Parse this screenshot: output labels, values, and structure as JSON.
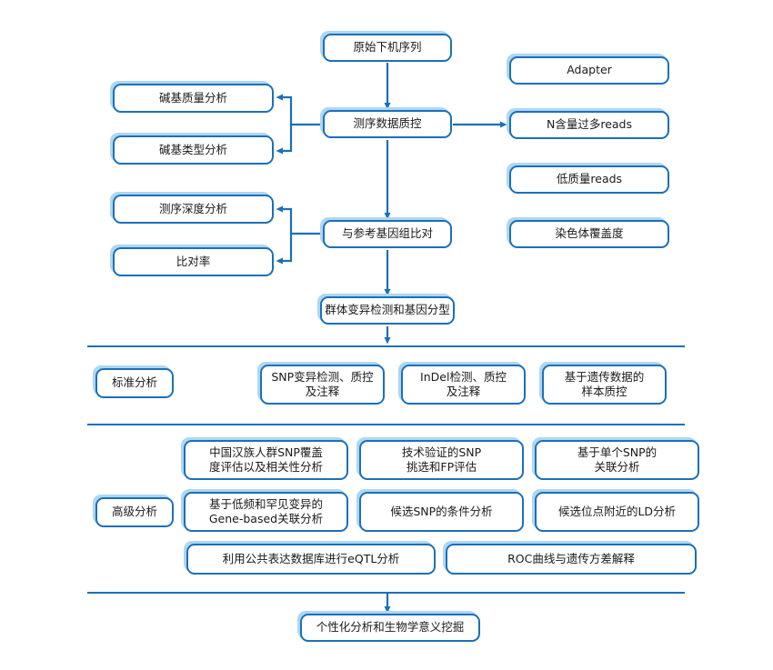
{
  "diagram": {
    "colors": {
      "line_blue": "#1b70ba",
      "highlight_blue": "#aed7f2",
      "text": "#1a1a1a",
      "background": "#ffffff"
    },
    "nodes": {
      "raw_sequence": "原始下机序列",
      "seq_qc": "测序数据质控",
      "align_reference": "与参考基因组比对",
      "population_variant": "群体变异检测和基因分型",
      "base_quality": "碱基质量分析",
      "base_type": "碱基类型分析",
      "depth_analysis": "测序深度分析",
      "alignment_rate": "比对率",
      "adapter": "Adapter",
      "n_content_reads": "N含量过多reads",
      "low_quality_reads": "低质量reads",
      "chromosome_coverage": "染色体覆盖度",
      "standard_label": "标准分析",
      "snp_detection": "SNP变异检测、质控\n及注释",
      "indel_detection": "InDel检测、质控\n及注释",
      "sample_qc": "基于遗传数据的\n样本质控",
      "advanced_label": "高级分析",
      "han_snp_coverage": "中国汉族人群SNP覆盖\n度评估以及相关性分析",
      "validated_snp": "技术验证的SNP\n挑选和FP评估",
      "single_snp_association": "基于单个SNP的\n关联分析",
      "gene_based_association": "基于低频和罕见变异的\nGene-based关联分析",
      "conditional_analysis": "候选SNP的条件分析",
      "ld_analysis": "候选位点附近的LD分析",
      "eqtl_analysis": "利用公共表达数据库进行eQTL分析",
      "roc_curve": "ROC曲线与遗传方差解释",
      "personalized_analysis": "个性化分析和生物学意义挖掘"
    }
  }
}
